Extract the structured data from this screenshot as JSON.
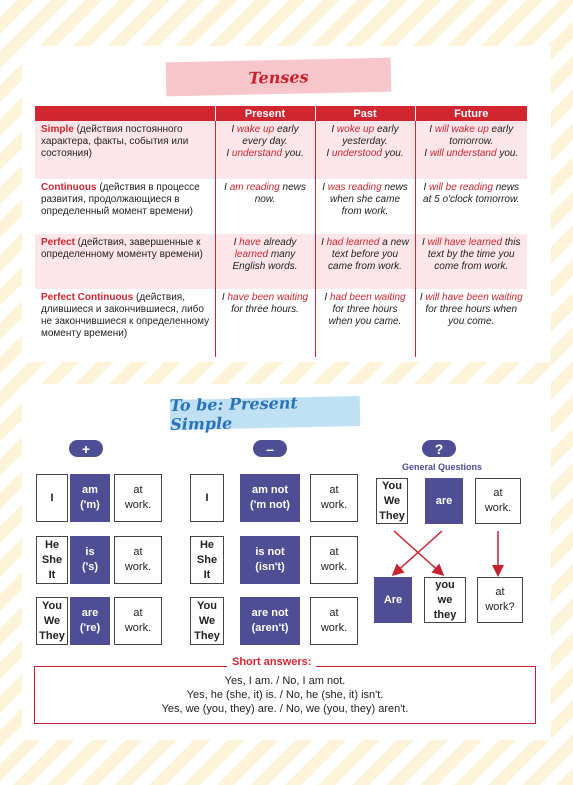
{
  "tenses": {
    "title": "Tenses",
    "headers": [
      "Present",
      "Past",
      "Future"
    ],
    "rows": [
      {
        "name": "Simple",
        "desc": " (действия постоянного характера, факты, события или состояния)",
        "present": [
          [
            {
              "t": "I "
            },
            {
              "t": "wake up",
              "h": true
            },
            {
              "t": " early every day."
            }
          ],
          [
            {
              "t": "I "
            },
            {
              "t": "understand",
              "h": true
            },
            {
              "t": " you."
            }
          ]
        ],
        "past": [
          [
            {
              "t": "I "
            },
            {
              "t": "woke up",
              "h": true
            },
            {
              "t": " early yesterday."
            }
          ],
          [
            {
              "t": "I "
            },
            {
              "t": "understood",
              "h": true
            },
            {
              "t": " you."
            }
          ]
        ],
        "future": [
          [
            {
              "t": "I "
            },
            {
              "t": "will wake up",
              "h": true
            },
            {
              "t": " early tomorrow."
            }
          ],
          [
            {
              "t": "I "
            },
            {
              "t": "will understand",
              "h": true
            },
            {
              "t": " you."
            }
          ]
        ]
      },
      {
        "name": "Continuous",
        "desc": " (действия в процессе развития, продолжающиеся в определенный момент времени)",
        "present": [
          [
            {
              "t": "I "
            },
            {
              "t": "am reading",
              "h": true
            },
            {
              "t": " news now."
            }
          ]
        ],
        "past": [
          [
            {
              "t": "I "
            },
            {
              "t": "was reading",
              "h": true
            },
            {
              "t": " news when she came from work."
            }
          ]
        ],
        "future": [
          [
            {
              "t": "I "
            },
            {
              "t": "will be reading",
              "h": true
            },
            {
              "t": " news at 5 o'clock tomorrow."
            }
          ]
        ]
      },
      {
        "name": "Perfect",
        "desc": " (действия, завершенные к определенному моменту времени)",
        "present": [
          [
            {
              "t": "I "
            },
            {
              "t": "have",
              "h": true
            },
            {
              "t": " already "
            },
            {
              "t": "learned",
              "h": true
            },
            {
              "t": " many English words."
            }
          ]
        ],
        "past": [
          [
            {
              "t": "I "
            },
            {
              "t": "had learned",
              "h": true
            },
            {
              "t": " a new text before you came from work."
            }
          ]
        ],
        "future": [
          [
            {
              "t": "I "
            },
            {
              "t": "will have learned",
              "h": true
            },
            {
              "t": " this text by the time you come from work."
            }
          ]
        ]
      },
      {
        "name": "Perfect Continuous",
        "desc": " (действия, длившиеся и закончившиеся, либо не закончившиеся к определенному моменту времени)",
        "present": [
          [
            {
              "t": "I "
            },
            {
              "t": "have been waiting",
              "h": true
            },
            {
              "t": " for three hours."
            }
          ]
        ],
        "past": [
          [
            {
              "t": "I "
            },
            {
              "t": "had been waiting",
              "h": true
            },
            {
              "t": " for three hours when you came."
            }
          ]
        ],
        "future": [
          [
            {
              "t": "I "
            },
            {
              "t": "will have been waiting",
              "h": true
            },
            {
              "t": " for three hours when you come."
            }
          ]
        ]
      }
    ]
  },
  "tobe": {
    "title": "To be: Present Simple",
    "signs": {
      "positive": "+",
      "negative": "–",
      "question": "?"
    },
    "general_questions_label": "General Questions",
    "positive": [
      {
        "subject": "I",
        "verb": "am\n('m)",
        "rest": "at\nwork."
      },
      {
        "subject": "He\nShe\nIt",
        "verb": "is\n('s)",
        "rest": "at\nwork."
      },
      {
        "subject": "You\nWe\nThey",
        "verb": "are\n('re)",
        "rest": "at\nwork."
      }
    ],
    "negative": [
      {
        "subject": "I",
        "verb": "am not\n('m not)",
        "rest": "at\nwork."
      },
      {
        "subject": "He\nShe\nIt",
        "verb": "is not\n(isn't)",
        "rest": "at\nwork."
      },
      {
        "subject": "You\nWe\nThey",
        "verb": "are not\n(aren't)",
        "rest": "at\nwork."
      }
    ],
    "question_top": {
      "subject": "You\nWe\nThey",
      "verb": "are",
      "rest": "at\nwork."
    },
    "question_bottom": {
      "verb": "Are",
      "subject": "you\nwe\nthey",
      "rest": "at\nwork?"
    },
    "short_answers_label": "Short answers:",
    "short_answers": [
      "Yes, I am. / No, I am not.",
      "Yes, he (she, it) is. / No, he (she, it) isn't.",
      "Yes, we (you, they) are. / No, we (you, they) aren't."
    ]
  },
  "colors": {
    "red": "#d12630",
    "purple": "#4f4d94",
    "pink_row": "#fde6ea"
  }
}
